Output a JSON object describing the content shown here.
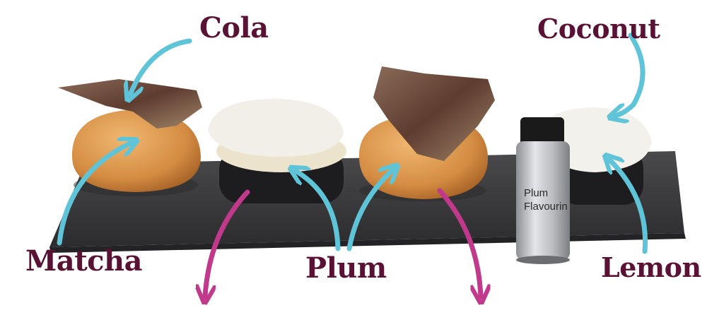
{
  "labels": {
    "cola": "Cola",
    "coconut": "Coconut",
    "matcha": "Matcha",
    "plum": "Plum",
    "lemon": "Lemon"
  },
  "bottle": {
    "line1": "Plum",
    "line2": "Flavourin"
  },
  "colors": {
    "label_text": "#5a1234",
    "arrow_blue": "#5fc4d8",
    "arrow_magenta": "#c0398a",
    "slate": "#3a3a3c",
    "cake": "#d9944a",
    "meringue": "#f1eee6",
    "leaf": "#6e4a3c"
  },
  "icons": {
    "bottle": "flavouring-bottle",
    "arrow": "curved-arrow"
  }
}
